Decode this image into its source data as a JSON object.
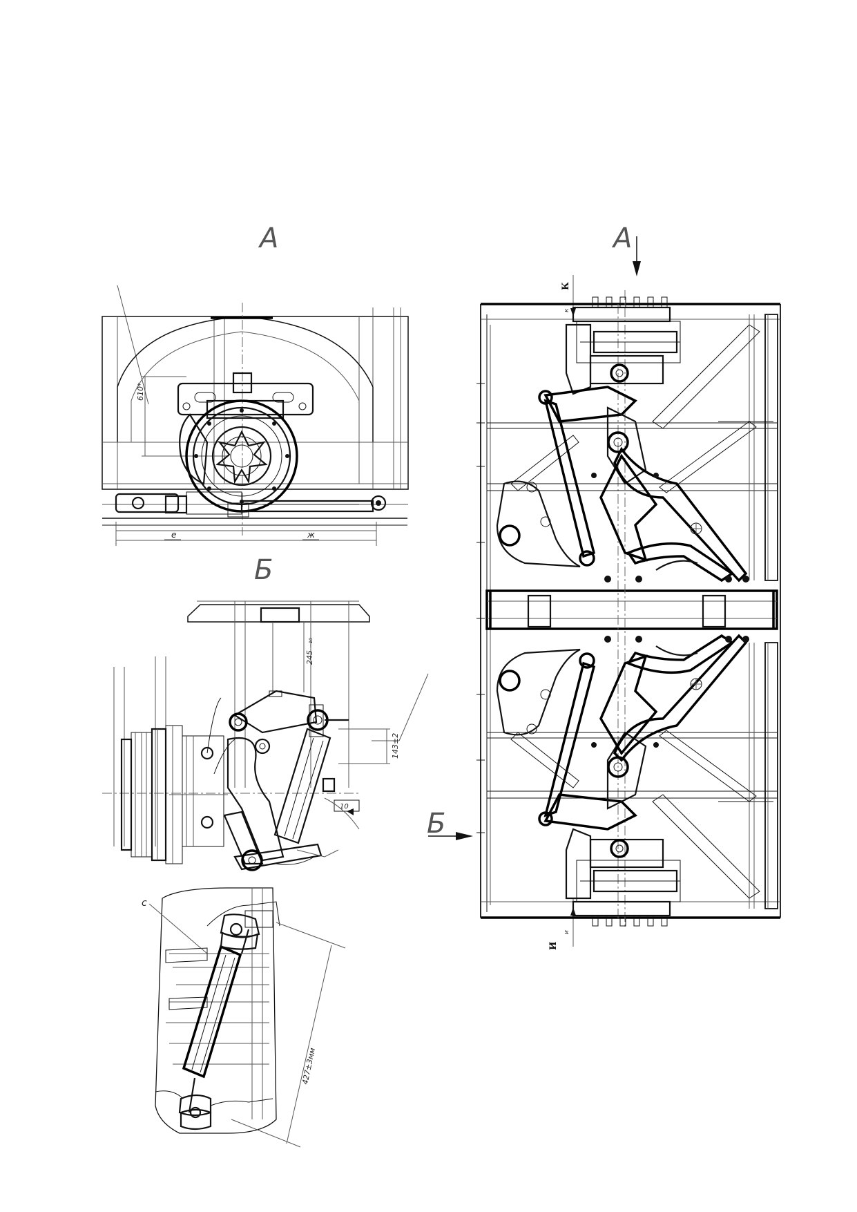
{
  "views": {
    "top_left": {
      "title": "A"
    },
    "middle_left": {
      "title": "Б"
    },
    "right": {
      "title": "A"
    }
  },
  "dimensions": {
    "vertical_610": "610*",
    "left_e": "e",
    "right_k": "ж",
    "height_245": "245 ₋₁₀",
    "shock_1432": "143±2",
    "box_10": "10",
    "shock_len": "427±3мм",
    "callout_c": "c"
  },
  "section_marks": {
    "k_label": "К",
    "k_small": "к",
    "i_label": "И",
    "i_small": "и",
    "b_arrow_label": "Б"
  }
}
